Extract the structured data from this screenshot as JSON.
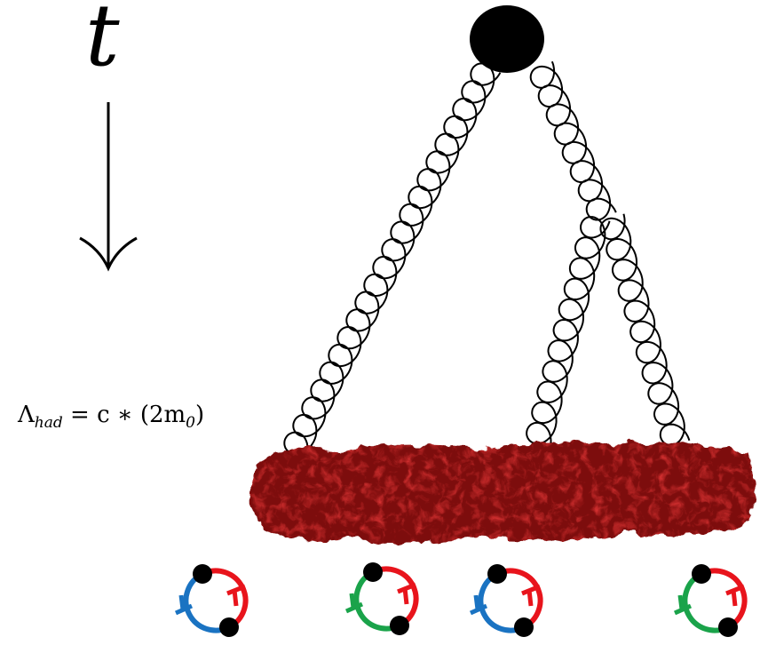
{
  "diagram": {
    "time_axis": {
      "label": "t"
    },
    "scale_label": {
      "lhs": "Λ",
      "lhs_sub": "had",
      "rhs": "= c ∗ (2m",
      "rhs_sub": "0",
      "rhs_end": ")"
    },
    "colors": {
      "vertex": "#000000",
      "gluon": "#000000",
      "hadron_blob": "#8b0f0f",
      "quark_red": "#e8141c",
      "quark_blue": "#1a73c2",
      "quark_green": "#1aa34a"
    },
    "gluon_count": 4,
    "hadrons": [
      {
        "left_color": "blue",
        "right_color": "red"
      },
      {
        "left_color": "green",
        "right_color": "red"
      },
      {
        "left_color": "blue",
        "right_color": "red"
      },
      {
        "left_color": "green",
        "right_color": "red"
      }
    ]
  }
}
